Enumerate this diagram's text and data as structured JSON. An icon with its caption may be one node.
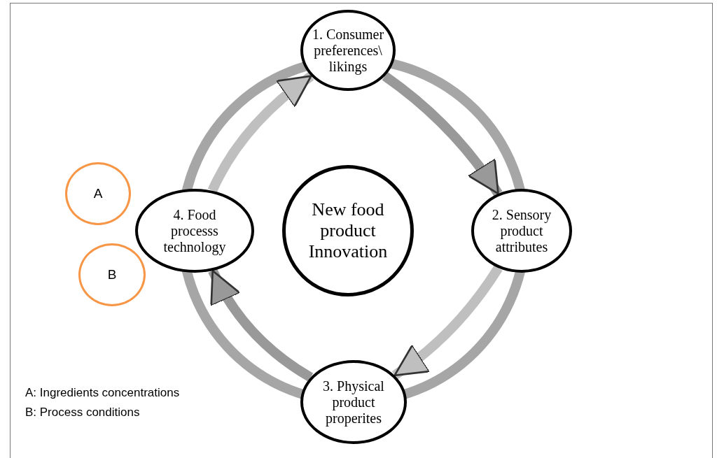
{
  "diagram": {
    "nodes": [
      {
        "text": [
          "New food product Innovation"
        ]
      },
      {
        "text": [
          "1. Consumer preferences\\ likings"
        ]
      },
      {
        "text": [
          "2. Sensory product attributes"
        ]
      },
      {
        "text": [
          "3. Physical product properites"
        ]
      },
      {
        "text": [
          "4. Food processs technology"
        ]
      },
      {
        "text": [
          "A"
        ]
      },
      {
        "text": [
          "B"
        ]
      }
    ],
    "edges": [
      {
        "from": 1,
        "to": 2,
        "arrow": "to",
        "color": "#999999"
      },
      {
        "from": 2,
        "to": 3,
        "arrow": "to",
        "color": "#bfbfbf"
      },
      {
        "from": 3,
        "to": 4,
        "arrow": "to",
        "color": "#999999"
      },
      {
        "from": 4,
        "to": 1,
        "arrow": "to",
        "color": "#bfbfbf"
      }
    ],
    "labels": [
      "A: Ingredients concentrations",
      "B: Process conditions"
    ]
  }
}
